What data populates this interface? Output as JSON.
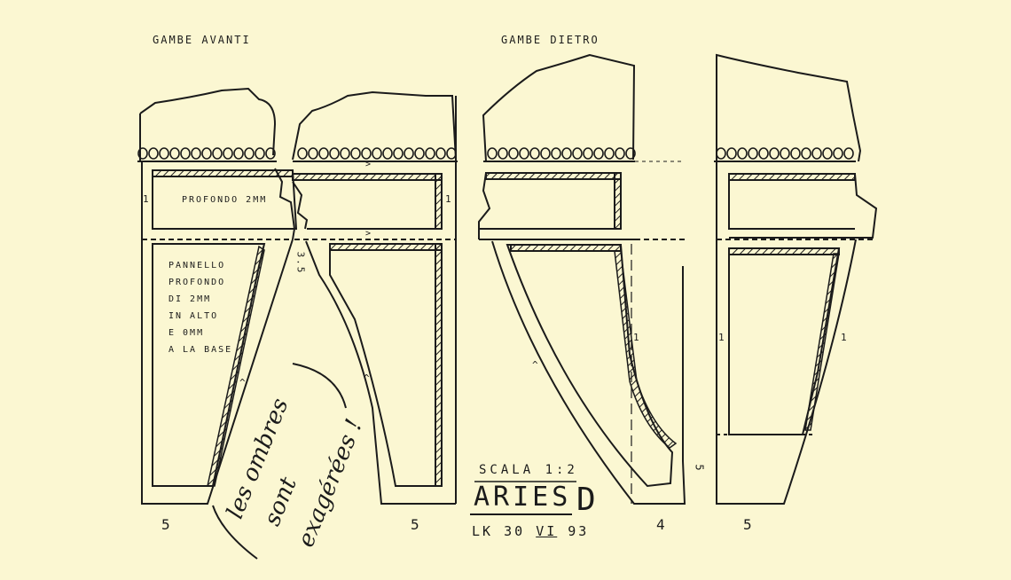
{
  "titles": {
    "front": "GAMBE AVANTI",
    "back": "GAMBE DIETRO"
  },
  "notes": {
    "depth": "PROFONDO 2MM",
    "panel": [
      "PANNELLO",
      "PROFONDO",
      "DI 2MM",
      "IN ALTO",
      "E 0MM",
      "A LA BASE"
    ],
    "handwritten": [
      "les ombres",
      "sont",
      "exagérées !"
    ],
    "gap": "3.5"
  },
  "marks": {
    "one": "1",
    "arrow": ">",
    "arrow_up": "^"
  },
  "numbers": [
    "5",
    "5",
    "4",
    "5",
    "5"
  ],
  "titleblock": {
    "scale": "SCALA 1:2",
    "name": "ARIES",
    "variant": "D",
    "ref_a": "LK 30",
    "ref_b": "VI",
    "ref_c": "93"
  },
  "colors": {
    "paper": "#fbf7d2",
    "ink": "#1b1b1b"
  }
}
